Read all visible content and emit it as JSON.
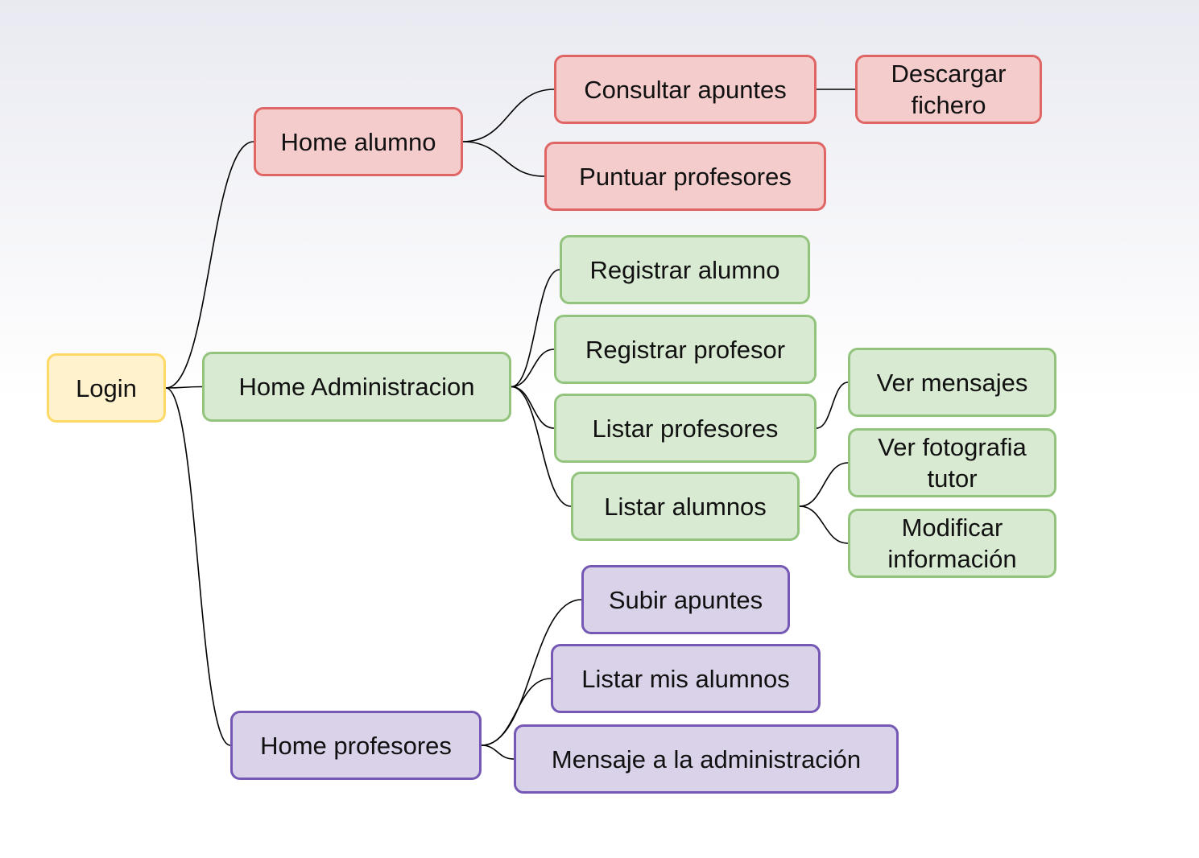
{
  "diagram": {
    "nodes": {
      "login": "Login",
      "home_alumno": "Home alumno",
      "home_administracion": "Home Administracion",
      "home_profesores": "Home profesores",
      "consultar_apuntes": "Consultar apuntes",
      "descargar_fichero": "Descargar fichero",
      "puntuar_profesores": "Puntuar profesores",
      "registrar_alumno": "Registrar alumno",
      "registrar_profesor": "Registrar profesor",
      "listar_profesores": "Listar profesores",
      "listar_alumnos": "Listar alumnos",
      "ver_mensajes": "Ver mensajes",
      "ver_fotografia_tutor": "Ver fotografia tutor",
      "modificar_informacion": "Modificar información",
      "subir_apuntes": "Subir apuntes",
      "listar_mis_alumnos": "Listar mis alumnos",
      "mensaje_administracion": "Mensaje a la administración"
    },
    "edges": [
      [
        "login",
        "home_alumno"
      ],
      [
        "login",
        "home_administracion"
      ],
      [
        "login",
        "home_profesores"
      ],
      [
        "home_alumno",
        "consultar_apuntes"
      ],
      [
        "home_alumno",
        "puntuar_profesores"
      ],
      [
        "consultar_apuntes",
        "descargar_fichero"
      ],
      [
        "home_administracion",
        "registrar_alumno"
      ],
      [
        "home_administracion",
        "registrar_profesor"
      ],
      [
        "home_administracion",
        "listar_profesores"
      ],
      [
        "home_administracion",
        "listar_alumnos"
      ],
      [
        "listar_profesores",
        "ver_mensajes"
      ],
      [
        "listar_alumnos",
        "ver_fotografia_tutor"
      ],
      [
        "listar_alumnos",
        "modificar_informacion"
      ],
      [
        "home_profesores",
        "subir_apuntes"
      ],
      [
        "home_profesores",
        "listar_mis_alumnos"
      ],
      [
        "home_profesores",
        "mensaje_administracion"
      ]
    ],
    "colors": {
      "login": "#ffd966",
      "alumno_branch": "#e06666",
      "administracion_branch": "#93c47d",
      "profesores_branch": "#7458b4",
      "edge": "#000000"
    }
  }
}
